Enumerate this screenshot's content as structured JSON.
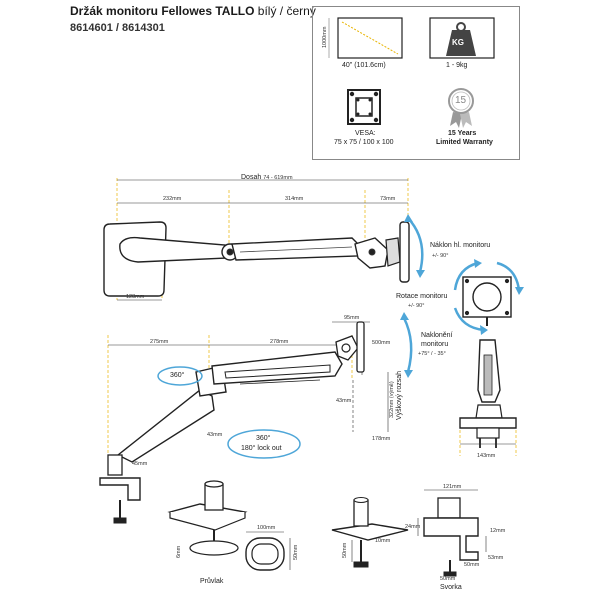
{
  "header": {
    "title_bold": "Držák monitoru Fellowes TALLO",
    "title_rest": " bílý / černý",
    "sku": "8614601 / 8614301"
  },
  "specs": {
    "screen_size": "40\" (101.6cm)",
    "screen_side": "1000mm",
    "weight_icon": "KG",
    "weight_range": "1 - 9kg",
    "vesa_label": "VESA:",
    "vesa_sizes": "75 x 75 / 100 x 100",
    "warranty_number": "15",
    "warranty_label_1": "15 Years",
    "warranty_label_2": "Limited Warranty"
  },
  "top_view": {
    "reach_label": "Dosah",
    "reach_value": "74 - 619mm",
    "d1": "232mm",
    "d2": "314mm",
    "d3": "73mm",
    "d4": "128mm",
    "tilt_label": "Náklon hl. monitoru",
    "tilt_value": "+/- 90°",
    "rotation_label": "Rotace monitoru",
    "rotation_value": "+/- 90°"
  },
  "side_view": {
    "d_275": "275mm",
    "d_278": "278mm",
    "d_95": "95mm",
    "d_500": "500mm",
    "d_43a": "43mm",
    "d_43b": "43mm",
    "d_45": "45mm",
    "d_178": "178mm",
    "height_value": "322mm (výmě)",
    "height_label": "Výškový rozsah",
    "swivel_360": "360°",
    "swivel_lock_1": "360°",
    "swivel_lock_2": "180° lock out",
    "tilt2_label_1": "Naklonění",
    "tilt2_label_2": "monitoru",
    "tilt2_value": "+75° / - 35°"
  },
  "front_view": {
    "width": "143mm"
  },
  "grommet": {
    "label": "Průvlak",
    "d_100": "100mm",
    "d_50": "50mm",
    "d_6": "6mm"
  },
  "base": {
    "d_50": "50mm",
    "d_10": "10mm"
  },
  "clamp": {
    "label": "Svorka",
    "d_121": "121mm",
    "d_24": "24mm",
    "d_12": "12mm",
    "d_53": "53mm",
    "d_50": "50mm",
    "d_50b": "50mm"
  }
}
